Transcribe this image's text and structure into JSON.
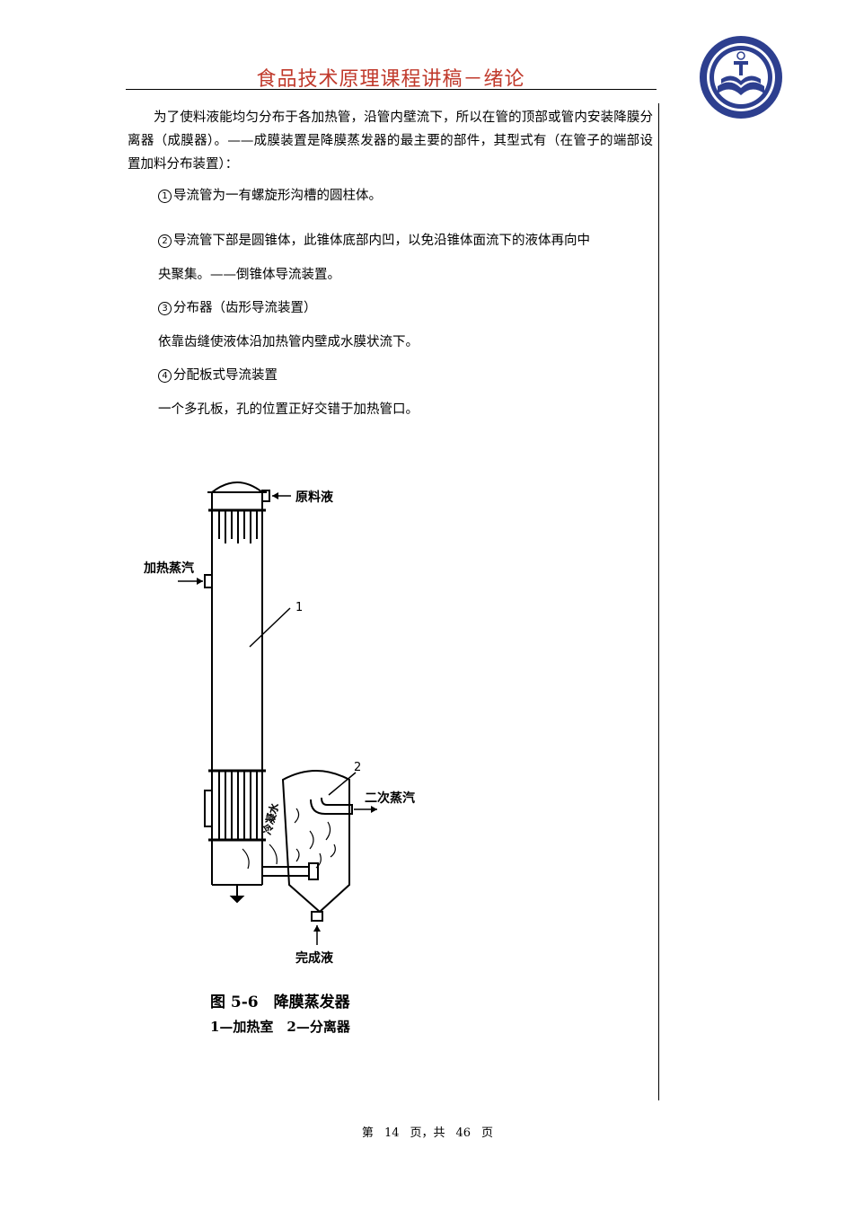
{
  "header": {
    "title": "食品技术原理课程讲稿－绪论"
  },
  "body": {
    "paragraph1": "为了使料液能均匀分布于各加热管，沿管内壁流下，所以在管的顶部或管内安装降膜分离器（成膜器）。——成膜装置是降膜蒸发器的最主要的部件，其型式有（在管子的端部设置加料分布装置）：",
    "items": [
      {
        "num": "1",
        "text": "导流管为一有螺旋形沟槽的圆柱体。"
      },
      {
        "num": "2",
        "text": "导流管下部是圆锥体，此锥体底部内凹，以免沿锥体面流下的液体再向中"
      },
      {
        "num": "",
        "text": "央聚集。——倒锥体导流装置。"
      },
      {
        "num": "3",
        "text": "分布器（齿形导流装置）"
      },
      {
        "num": "",
        "text": "依靠齿缝使液体沿加热管内壁成水膜状流下。"
      },
      {
        "num": "4",
        "text": "分配板式导流装置"
      },
      {
        "num": "",
        "text": "一个多孔板，孔的位置正好交错于加热管口。"
      }
    ]
  },
  "figure": {
    "labels": {
      "feed": "原料液",
      "steam": "加热蒸汽",
      "secondary_vapor": "二次蒸汽",
      "condensate": "冷凝水",
      "product": "完成液",
      "part1": "1",
      "part2": "2"
    },
    "caption_title": "图 5-6　降膜蒸发器",
    "caption_legend": "1—加热室　2—分离器"
  },
  "footer": {
    "di": "第",
    "page": "14",
    "ye1": "页，共",
    "total": "46",
    "ye2": "页"
  }
}
